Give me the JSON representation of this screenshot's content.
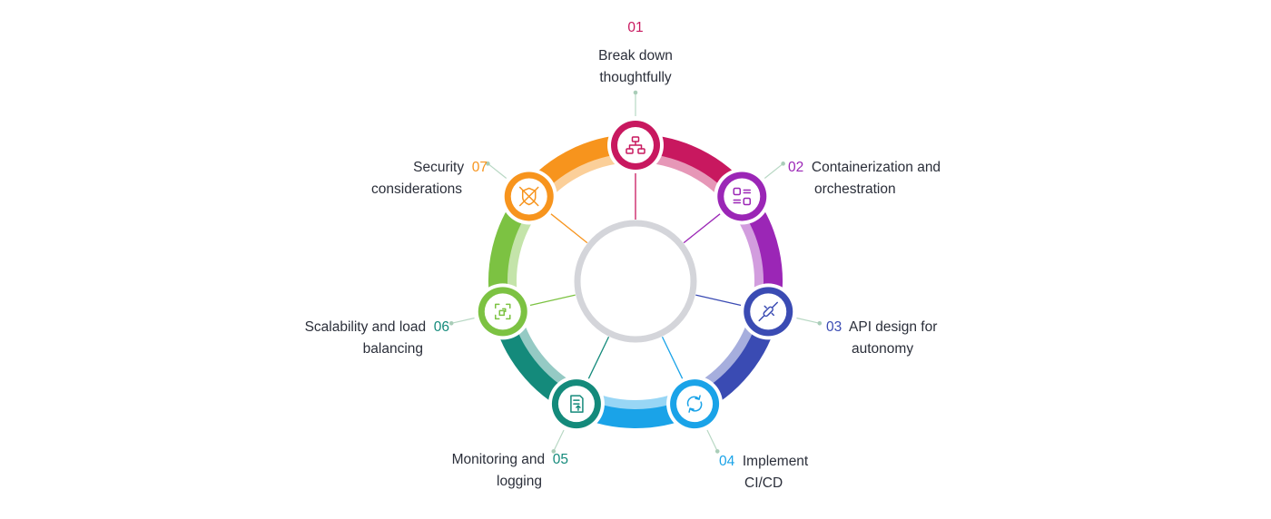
{
  "colors": {
    "step01": "#c8185f",
    "step02": "#9b26b6",
    "step03": "#3a4bb3",
    "step04": "#1aa3e8",
    "step05": "#148a7b",
    "step06": "#7cc242",
    "step07": "#f7941d",
    "center_ring": "#d4d5da",
    "text": "#2b2f3a"
  },
  "steps": [
    {
      "num": "01",
      "title": "Break down thoughtfully",
      "icon": "hierarchy-icon",
      "color": "#c8185f"
    },
    {
      "num": "02",
      "title": "Containerization and orchestration",
      "icon": "containers-icon",
      "color": "#9b26b6"
    },
    {
      "num": "03",
      "title": "API design for autonomy",
      "icon": "plug-connection-icon",
      "color": "#3a4bb3"
    },
    {
      "num": "04",
      "title": "Implement CI/CD",
      "icon": "cycle-arrows-icon",
      "color": "#1aa3e8"
    },
    {
      "num": "05",
      "title": "Monitoring and logging",
      "icon": "document-upload-icon",
      "color": "#148a7b"
    },
    {
      "num": "06",
      "title": "Scalability and load balancing",
      "icon": "scale-box-icon",
      "color": "#7cc242"
    },
    {
      "num": "07",
      "title": "Security considerations",
      "icon": "bug-shield-icon",
      "color": "#f7941d"
    }
  ],
  "labels": {
    "s01": {
      "num": "01",
      "line1": "Break down",
      "line2": "thoughtfully"
    },
    "s02": {
      "num": "02",
      "line1": "Containerization and",
      "line2": "orchestration"
    },
    "s03": {
      "num": "03",
      "line1": "API design for",
      "line2": "autonomy"
    },
    "s04": {
      "num": "04",
      "line1": "Implement",
      "line2": "CI/CD"
    },
    "s05": {
      "num": "05",
      "line1": "Monitoring and",
      "line2": "logging"
    },
    "s06": {
      "num": "06",
      "line1": "Scalability and load",
      "line2": "balancing"
    },
    "s07": {
      "num": "07",
      "line1": "Security",
      "line2": "considerations"
    }
  }
}
